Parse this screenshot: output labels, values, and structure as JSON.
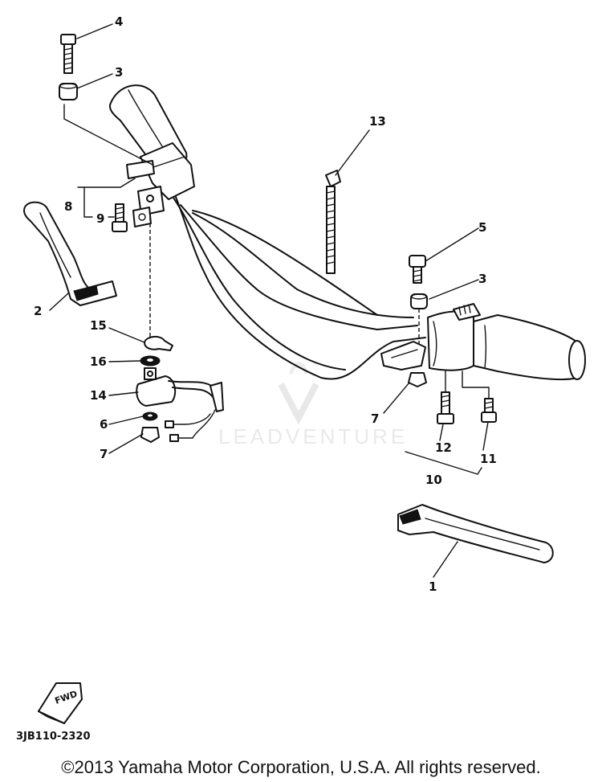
{
  "diagram": {
    "callouts": {
      "c1": "1",
      "c2": "2",
      "c3a": "3",
      "c3b": "3",
      "c4": "4",
      "c5": "5",
      "c6": "6",
      "c7a": "7",
      "c7b": "7",
      "c8": "8",
      "c9": "9",
      "c10": "10",
      "c11": "11",
      "c12": "12",
      "c13": "13",
      "c14": "14",
      "c15": "15",
      "c16": "16"
    },
    "diagram_code": "3JB110-2320",
    "fwd_label": "FWD",
    "watermark": "LEADVENTURE"
  },
  "footer": {
    "copyright": "©2013 Yamaha Motor Corporation, U.S.A. All rights reserved."
  }
}
